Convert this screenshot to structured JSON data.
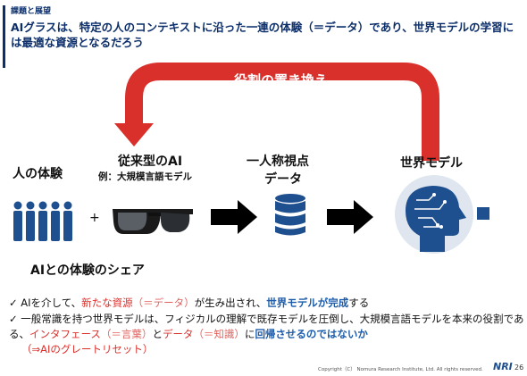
{
  "header": {
    "section": "課題と展望",
    "headline": "AIグラスは、特定の人のコンテキストに沿った一連の体験（＝データ）であり、世界モデルの学習には最適な資源となるだろう"
  },
  "diagram": {
    "feedback_label": "役割の置き換え",
    "human_experience": "人の体験",
    "plus": "+",
    "share_label": "AIとの体験のシェア",
    "conventional_ai": "従来型のAI",
    "conventional_ai_example": "例：大規模言語モデル",
    "first_person_line1": "一人称視点",
    "first_person_line2": "データ",
    "world_model": "世界モデル"
  },
  "bullets": {
    "b1": {
      "check": "✓",
      "p1": "AIを介して、",
      "p2": "新たな資源",
      "p3": "（＝データ）",
      "p4": "が生み出され、",
      "p5": "世界モデルが完成",
      "p6": "する"
    },
    "b2": {
      "check": "✓",
      "p1": "一般常識を持つ世界モデルは、フィジカルの理解で既存モデルを圧倒し、大規模言語モデルを本来の役割である、",
      "p2": "インタフェース",
      "p3": "（＝言葉）",
      "p4": "と",
      "p5": "データ",
      "p6": "（＝知識）",
      "p7": "に",
      "p8": "回帰させるのではないか",
      "p9": "（⇒AIのグレートリセット）"
    }
  },
  "footer": {
    "copyright": "Copyright（C） Nomura Research Institute, Ltd. All rights reserved.",
    "logo": "NRI",
    "page": "26"
  },
  "colors": {
    "navy": "#0c2f6b",
    "red": "#d9302c",
    "blue": "#1d5cab",
    "icon_blue": "#1e4f8f"
  }
}
